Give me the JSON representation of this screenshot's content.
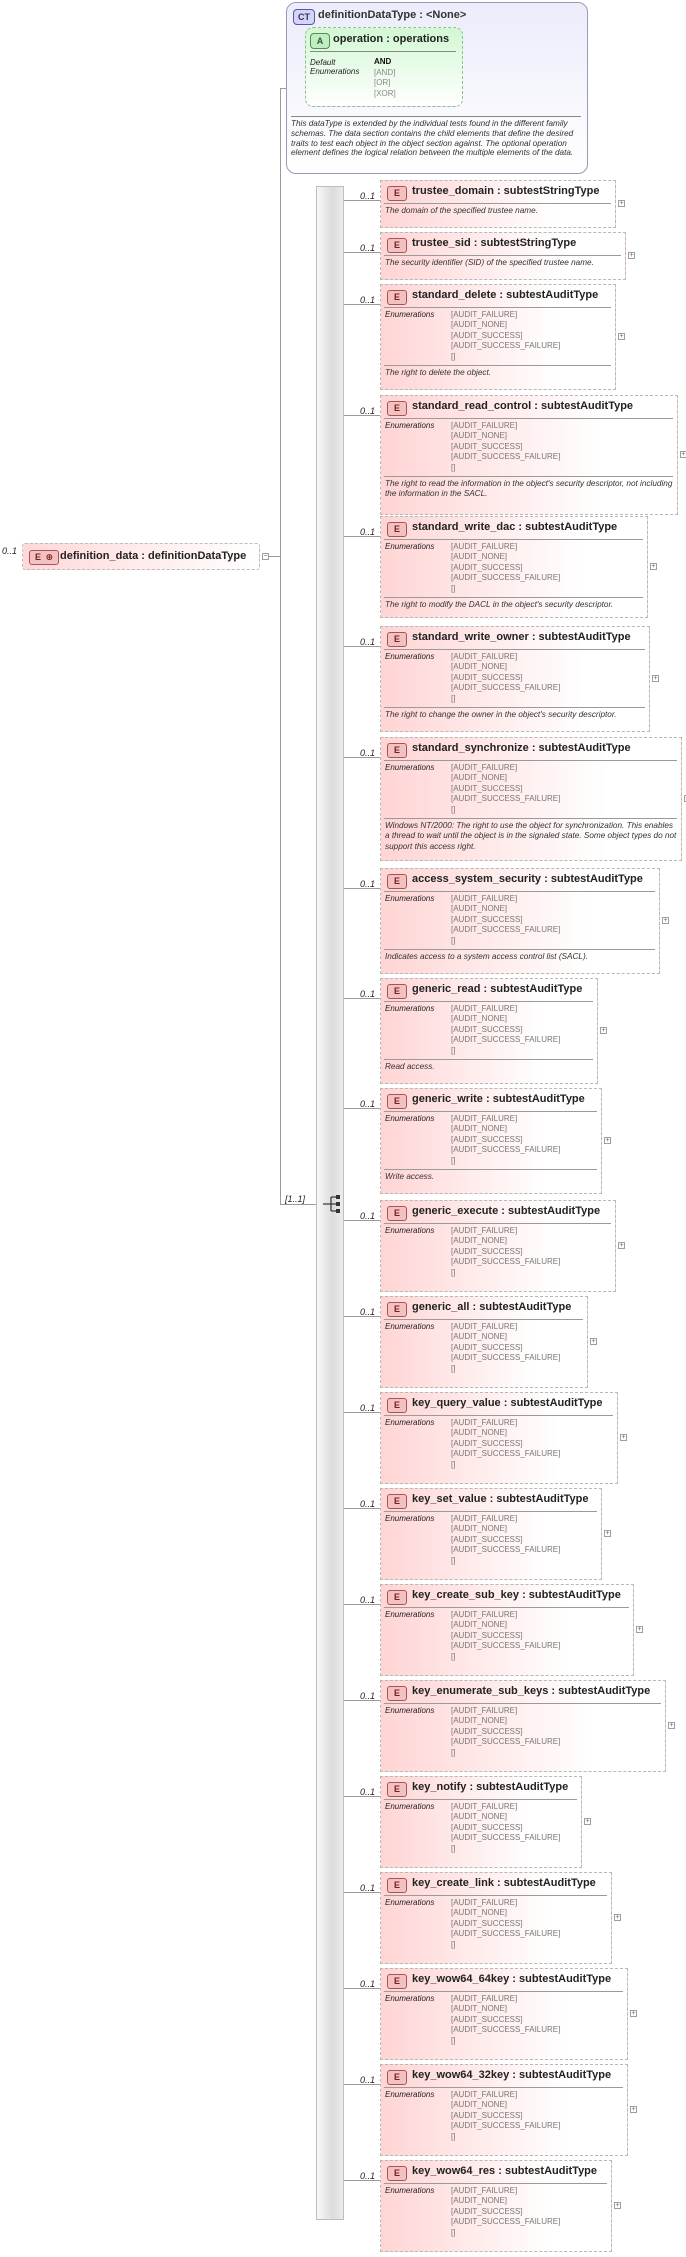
{
  "complex_type": {
    "badge": "CT",
    "title": "definitionDataType : <None>",
    "attribute": {
      "badge": "A",
      "title": "operation : operations",
      "default_label": "Default",
      "default_value": "AND",
      "enum_label": "Enumerations",
      "enumerations": [
        "[AND]",
        "[OR]",
        "[XOR]"
      ]
    },
    "description": "This dataType is extended by the individual tests found in the different family schemas.  The data section contains the child elements that define the desired traits to test each object in the object section against.  The optional operation element defines the logical relation between the multiple elements of the data."
  },
  "root_element": {
    "badge": "E",
    "badge_icon": "plus-icon",
    "title": "definition_data : definitionDataType",
    "cardinality": "0..1"
  },
  "sequence": {
    "cardinality": "[1..1]",
    "icon": "sequence-icon"
  },
  "elements": [
    {
      "title": "trustee_domain : subtestStringType",
      "cardinality": "0..1",
      "enumerations": [],
      "description": "The domain of the specified trustee name."
    },
    {
      "title": "trustee_sid : subtestStringType",
      "cardinality": "0..1",
      "enumerations": [],
      "description": "The security identifier (SID) of the specified trustee name."
    },
    {
      "title": "standard_delete : subtestAuditType",
      "cardinality": "0..1",
      "enumerations": [
        "[AUDIT_FAILURE]",
        "[AUDIT_NONE]",
        "[AUDIT_SUCCESS]",
        "[AUDIT_SUCCESS_FAILURE]",
        "[]"
      ],
      "description": "The right to delete the object."
    },
    {
      "title": "standard_read_control : subtestAuditType",
      "cardinality": "0..1",
      "enumerations": [
        "[AUDIT_FAILURE]",
        "[AUDIT_NONE]",
        "[AUDIT_SUCCESS]",
        "[AUDIT_SUCCESS_FAILURE]",
        "[]"
      ],
      "description": "The right to read the information in the object's security descriptor, not including the information in the SACL."
    },
    {
      "title": "standard_write_dac : subtestAuditType",
      "cardinality": "0..1",
      "enumerations": [
        "[AUDIT_FAILURE]",
        "[AUDIT_NONE]",
        "[AUDIT_SUCCESS]",
        "[AUDIT_SUCCESS_FAILURE]",
        "[]"
      ],
      "description": "The right to modify the DACL in the object's security descriptor."
    },
    {
      "title": "standard_write_owner : subtestAuditType",
      "cardinality": "0..1",
      "enumerations": [
        "[AUDIT_FAILURE]",
        "[AUDIT_NONE]",
        "[AUDIT_SUCCESS]",
        "[AUDIT_SUCCESS_FAILURE]",
        "[]"
      ],
      "description": "The right to change the owner in the object's security descriptor."
    },
    {
      "title": "standard_synchronize : subtestAuditType",
      "cardinality": "0..1",
      "enumerations": [
        "[AUDIT_FAILURE]",
        "[AUDIT_NONE]",
        "[AUDIT_SUCCESS]",
        "[AUDIT_SUCCESS_FAILURE]",
        "[]"
      ],
      "description": "Windows NT/2000: The right to use the object for synchronization. This enables a thread to wait until the object is in the signaled state. Some object types do not support this access right."
    },
    {
      "title": "access_system_security : subtestAuditType",
      "cardinality": "0..1",
      "enumerations": [
        "[AUDIT_FAILURE]",
        "[AUDIT_NONE]",
        "[AUDIT_SUCCESS]",
        "[AUDIT_SUCCESS_FAILURE]",
        "[]"
      ],
      "description": "Indicates access to a system access control list (SACL)."
    },
    {
      "title": "generic_read : subtestAuditType",
      "cardinality": "0..1",
      "enumerations": [
        "[AUDIT_FAILURE]",
        "[AUDIT_NONE]",
        "[AUDIT_SUCCESS]",
        "[AUDIT_SUCCESS_FAILURE]",
        "[]"
      ],
      "description": "Read access."
    },
    {
      "title": "generic_write : subtestAuditType",
      "cardinality": "0..1",
      "enumerations": [
        "[AUDIT_FAILURE]",
        "[AUDIT_NONE]",
        "[AUDIT_SUCCESS]",
        "[AUDIT_SUCCESS_FAILURE]",
        "[]"
      ],
      "description": "Write access."
    },
    {
      "title": "generic_execute : subtestAuditType",
      "cardinality": "0..1",
      "enumerations": [
        "[AUDIT_FAILURE]",
        "[AUDIT_NONE]",
        "[AUDIT_SUCCESS]",
        "[AUDIT_SUCCESS_FAILURE]",
        "[]"
      ],
      "description": ""
    },
    {
      "title": "generic_all : subtestAuditType",
      "cardinality": "0..1",
      "enumerations": [
        "[AUDIT_FAILURE]",
        "[AUDIT_NONE]",
        "[AUDIT_SUCCESS]",
        "[AUDIT_SUCCESS_FAILURE]",
        "[]"
      ],
      "description": ""
    },
    {
      "title": "key_query_value : subtestAuditType",
      "cardinality": "0..1",
      "enumerations": [
        "[AUDIT_FAILURE]",
        "[AUDIT_NONE]",
        "[AUDIT_SUCCESS]",
        "[AUDIT_SUCCESS_FAILURE]",
        "[]"
      ],
      "description": ""
    },
    {
      "title": "key_set_value : subtestAuditType",
      "cardinality": "0..1",
      "enumerations": [
        "[AUDIT_FAILURE]",
        "[AUDIT_NONE]",
        "[AUDIT_SUCCESS]",
        "[AUDIT_SUCCESS_FAILURE]",
        "[]"
      ],
      "description": ""
    },
    {
      "title": "key_create_sub_key : subtestAuditType",
      "cardinality": "0..1",
      "enumerations": [
        "[AUDIT_FAILURE]",
        "[AUDIT_NONE]",
        "[AUDIT_SUCCESS]",
        "[AUDIT_SUCCESS_FAILURE]",
        "[]"
      ],
      "description": ""
    },
    {
      "title": "key_enumerate_sub_keys : subtestAuditType",
      "cardinality": "0..1",
      "enumerations": [
        "[AUDIT_FAILURE]",
        "[AUDIT_NONE]",
        "[AUDIT_SUCCESS]",
        "[AUDIT_SUCCESS_FAILURE]",
        "[]"
      ],
      "description": ""
    },
    {
      "title": "key_notify : subtestAuditType",
      "cardinality": "0..1",
      "enumerations": [
        "[AUDIT_FAILURE]",
        "[AUDIT_NONE]",
        "[AUDIT_SUCCESS]",
        "[AUDIT_SUCCESS_FAILURE]",
        "[]"
      ],
      "description": ""
    },
    {
      "title": "key_create_link : subtestAuditType",
      "cardinality": "0..1",
      "enumerations": [
        "[AUDIT_FAILURE]",
        "[AUDIT_NONE]",
        "[AUDIT_SUCCESS]",
        "[AUDIT_SUCCESS_FAILURE]",
        "[]"
      ],
      "description": ""
    },
    {
      "title": "key_wow64_64key : subtestAuditType",
      "cardinality": "0..1",
      "enumerations": [
        "[AUDIT_FAILURE]",
        "[AUDIT_NONE]",
        "[AUDIT_SUCCESS]",
        "[AUDIT_SUCCESS_FAILURE]",
        "[]"
      ],
      "description": ""
    },
    {
      "title": "key_wow64_32key : subtestAuditType",
      "cardinality": "0..1",
      "enumerations": [
        "[AUDIT_FAILURE]",
        "[AUDIT_NONE]",
        "[AUDIT_SUCCESS]",
        "[AUDIT_SUCCESS_FAILURE]",
        "[]"
      ],
      "description": ""
    },
    {
      "title": "key_wow64_res : subtestAuditType",
      "cardinality": "0..1",
      "enumerations": [
        "[AUDIT_FAILURE]",
        "[AUDIT_NONE]",
        "[AUDIT_SUCCESS]",
        "[AUDIT_SUCCESS_FAILURE]",
        "[]"
      ],
      "description": ""
    }
  ],
  "labels": {
    "enumerations": "Enumerations"
  }
}
